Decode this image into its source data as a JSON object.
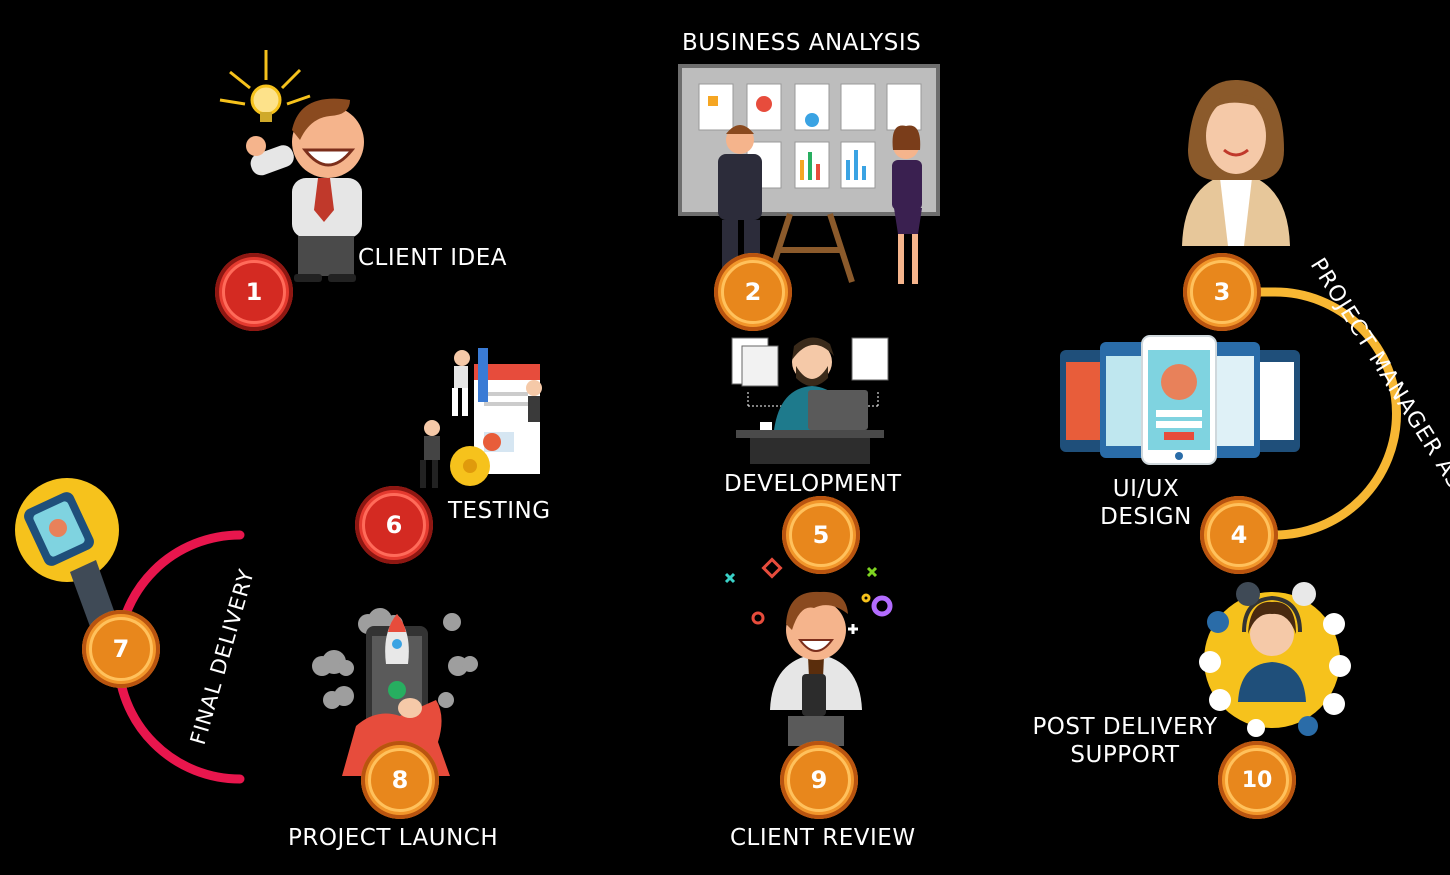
{
  "colors": {
    "background": "#000000",
    "path_start": "#e8164d",
    "path_end": "#f7b733",
    "node_red": "#e53a2f",
    "node_orange": "#f2962a"
  },
  "steps": [
    {
      "number": "1",
      "label": "CLIENT IDEA",
      "illustration": "man-with-lightbulb-icon"
    },
    {
      "number": "2",
      "label": "BUSINESS ANALYSIS",
      "illustration": "presentation-board-icon"
    },
    {
      "number": "3",
      "label": "PROJECT MANAGER ASSIGN",
      "illustration": "project-manager-icon"
    },
    {
      "number": "4",
      "label_line1": "UI/UX",
      "label_line2": "DESIGN",
      "illustration": "mobile-screens-icon"
    },
    {
      "number": "5",
      "label": "DEVELOPMENT",
      "illustration": "developer-desk-icon"
    },
    {
      "number": "6",
      "label": "TESTING",
      "illustration": "testing-team-icon"
    },
    {
      "number": "7",
      "label": "FINAL DELIVERY",
      "illustration": "phone-in-hand-icon"
    },
    {
      "number": "8",
      "label": "PROJECT LAUNCH",
      "illustration": "rocket-phone-icon"
    },
    {
      "number": "9",
      "label": "CLIENT REVIEW",
      "illustration": "man-with-phone-icon"
    },
    {
      "number": "10",
      "label_line1": "POST DELIVERY",
      "label_line2": "SUPPORT",
      "illustration": "support-agent-icon"
    }
  ]
}
